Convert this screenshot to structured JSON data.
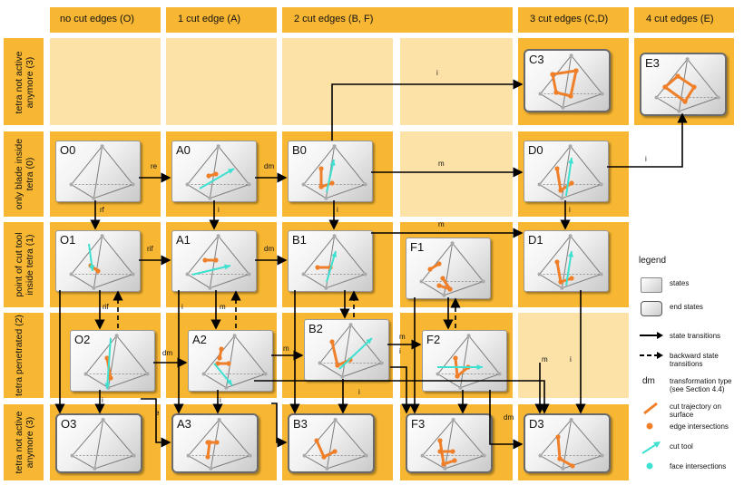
{
  "columns": [
    "no cut edges (O)",
    "1 cut edge (A)",
    "2 cut edges (B, F)",
    "3 cut edges (C,D)",
    "4 cut edges (E)"
  ],
  "rows": [
    "tetra not active anymore (3)",
    "only blade inside tetra (0)",
    "point of cut tool inside tetra (1)",
    "tetra penetrated (2)",
    "tetra not active anymore (3)"
  ],
  "states": {
    "C3": "C3",
    "E3": "E3",
    "O0": "O0",
    "A0": "A0",
    "B0": "B0",
    "D0": "D0",
    "O1": "O1",
    "A1": "A1",
    "B1": "B1",
    "F1": "F1",
    "D1": "D1",
    "O2": "O2",
    "A2": "A2",
    "B2": "B2",
    "F2": "F2",
    "O3": "O3",
    "A3": "A3",
    "B3": "B3",
    "F3": "F3",
    "D3": "D3"
  },
  "transitions": {
    "re": "re",
    "dm": "dm",
    "m": "m",
    "i": "i",
    "rf": "rf",
    "rif": "rif",
    "e": "e"
  },
  "legend": {
    "title": "legend",
    "states": "states",
    "end_states": "end states",
    "state_transitions": "state transitions",
    "backward": "backward state transitions",
    "dm_key": "dm",
    "transformation": "transformation type (see  Section 4.4)",
    "cut_trajectory": "cut trajectory on surface",
    "edge_intersections": "edge intersections",
    "cut_tool": "cut tool",
    "face_intersections": "face intersections"
  },
  "colors": {
    "cell_orange": "#f7b733",
    "cell_pale": "#fde2a8",
    "cut_trajectory": "#f07f2a",
    "cut_tool": "#3ee0d0"
  }
}
